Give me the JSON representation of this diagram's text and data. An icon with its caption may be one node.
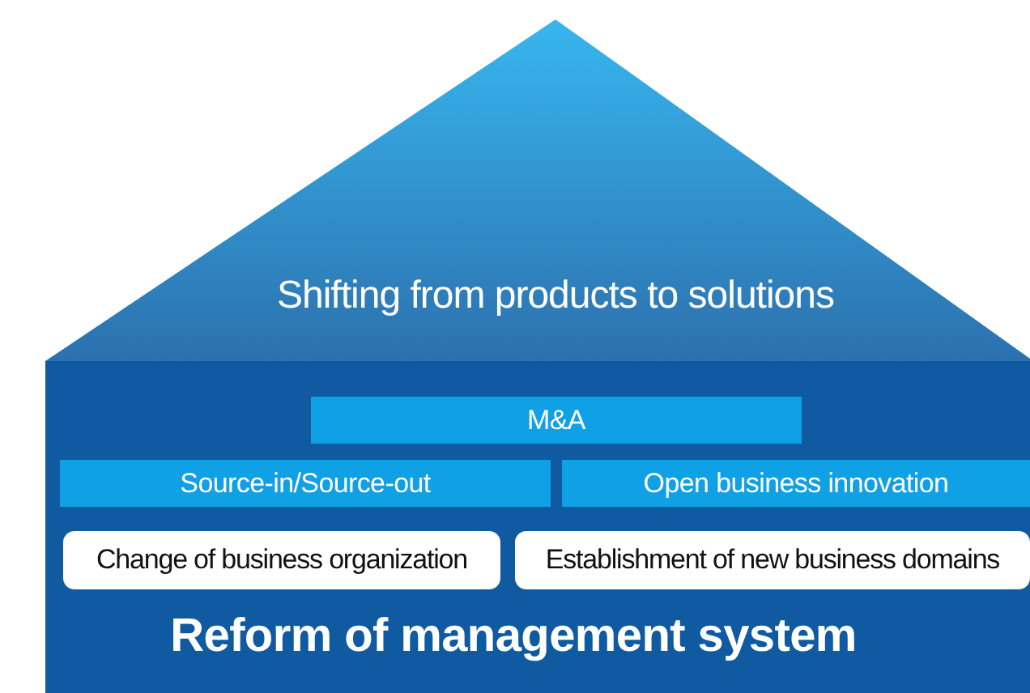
{
  "diagram": {
    "nodes": [
      {
        "text": [
          "Shifting from products to solutions"
        ]
      },
      {
        "text": [
          "Reform of management system"
        ]
      },
      {
        "text": [
          "M&A"
        ],
        "in": 1
      },
      {
        "text": [
          "Source-in/Source-out"
        ],
        "in": 1
      },
      {
        "text": [
          "Open business innovation"
        ],
        "in": 1
      },
      {
        "text": [
          "Change of business organization"
        ],
        "in": 1
      },
      {
        "text": [
          "Establishment of new business domains"
        ],
        "in": 1
      }
    ]
  }
}
